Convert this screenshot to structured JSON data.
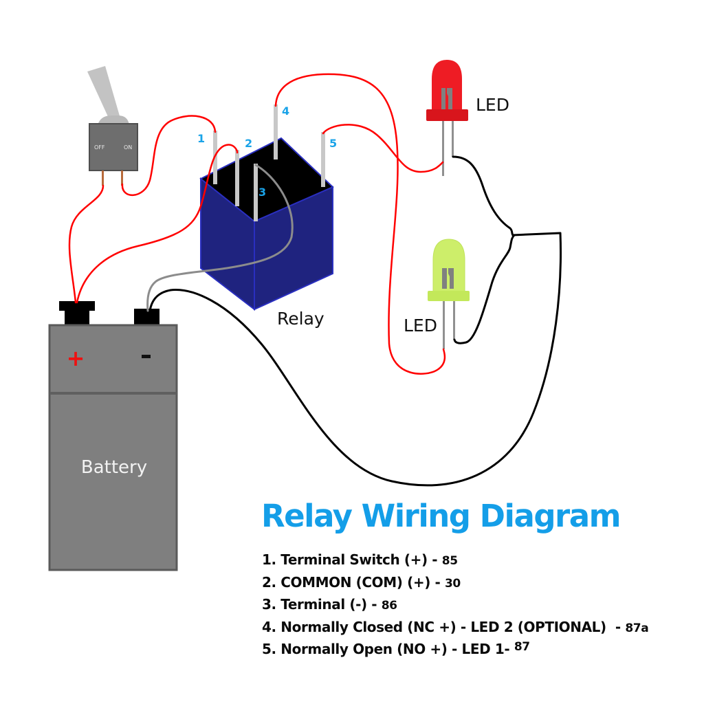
{
  "title": "Relay Wiring Diagram",
  "components": {
    "switch": {
      "off_label": "OFF",
      "on_label": "ON"
    },
    "relay": {
      "label": "Relay",
      "pins": [
        "1",
        "2",
        "3",
        "4",
        "5"
      ]
    },
    "led_red": {
      "label": "LED",
      "color": "#ee1c24"
    },
    "led_green": {
      "label": "LED",
      "color": "#c8ec60"
    },
    "battery": {
      "label": "Battery",
      "plus": "+",
      "minus": "-"
    }
  },
  "colors": {
    "title": "#149ee8",
    "pin_label": "#1aa3e8",
    "wire_positive": "#ff0000",
    "wire_ground": "#000000",
    "wire_coil_negative": "#8c8c8c",
    "relay_body": "#1e2280",
    "battery_body": "#7f7f7f"
  },
  "legend": [
    {
      "text": "1. Terminal Switch (+) - ",
      "code": "85"
    },
    {
      "text": "2. COMMON (COM) (+) - ",
      "code": "30"
    },
    {
      "text": "3. Terminal (-) - ",
      "code": "86"
    },
    {
      "text": "4. Normally Closed (NC +) - LED 2 (OPTIONAL)  - ",
      "code": "87a"
    },
    {
      "text": "5. Normally Open (NO +) - LED 1- ",
      "code": "87"
    }
  ]
}
